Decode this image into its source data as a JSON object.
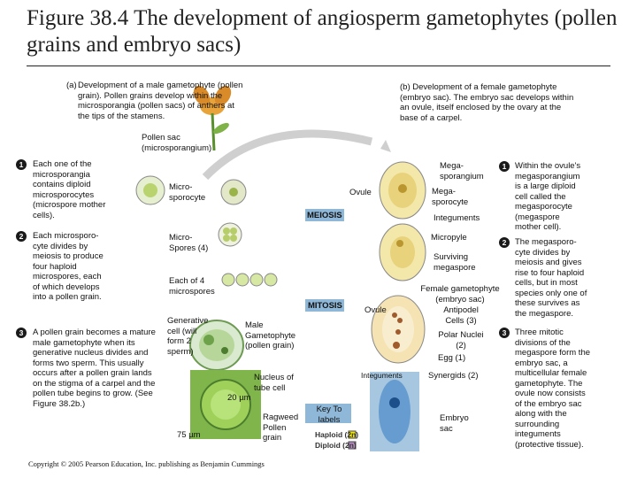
{
  "title": "Figure 38.4 The development of angiosperm gametophytes (pollen grains and embryo sacs)",
  "part_a": {
    "marker": "(a)",
    "heading": "Development of a male gametophyte (pollen grain). Pollen grains develop within the microsporangia (pollen sacs) of anthers at the tips of the stamens.",
    "pollen_sac_label": "Pollen sac (microsporangium)",
    "steps": [
      {
        "num": "1",
        "text": "Each one of the microsporangia contains diploid microsporocytes (microspore mother cells)."
      },
      {
        "num": "2",
        "text": "Each microsporo-cyte divides by meiosis to produce four haploid microspores, each of which develops into a pollen grain."
      },
      {
        "num": "3",
        "text": "A pollen grain becomes a mature male gametophyte when its generative nucleus divides and forms two sperm. This usually occurs after a pollen grain lands on the stigma of a carpel and the pollen tube begins to grow. (See Figure 38.2b.)"
      }
    ],
    "labels": {
      "microsporocyte": "Micro-sporocyte",
      "microspores": "Micro-Spores (4)",
      "four_microspores": "Each of 4 microspores",
      "generative_cell": "Generative cell (will form 2 sperm)",
      "male_gametophyte": "Male Gametophyte (pollen grain)",
      "nucleus_tube_cell": "Nucleus of tube cell",
      "scale_20": "20 µm",
      "scale_75": "75 µm",
      "ragweed": "Ragweed Pollen grain"
    }
  },
  "part_b": {
    "heading": "(b) Development of a female gametophyte (embryo sac). The embryo sac develops within an ovule, itself enclosed by the ovary at the base of a carpel.",
    "steps": [
      {
        "num": "1",
        "text": "Within the ovule's megasporangium is a large diploid cell called the megasporocyte (megaspore mother cell)."
      },
      {
        "num": "2",
        "text": "The megasporo-cyte divides by meiosis and gives rise to four haploid cells, but in most species only one of these survives as the megaspore."
      },
      {
        "num": "3",
        "text": "Three mitotic divisions of the megaspore form the embryo sac, a multicellular female gametophyte. The ovule now consists of the embryo sac along with the surrounding integuments (protective tissue)."
      }
    ],
    "labels": {
      "megasporangium": "Mega-sporangium",
      "ovule_top": "Ovule",
      "megasporocyte": "Mega-sporocyte",
      "integuments_top": "Integuments",
      "micropyle": "Micropyle",
      "surviving_megaspore": "Surviving megaspore",
      "female_gametophyte": "Female gametophyte (embryo sac)",
      "ovule_bottom": "Ovule",
      "antipodal": "Antipodel Cells (3)",
      "polar": "Polar Nuclei (2)",
      "egg": "Egg (1)",
      "integuments_bottom": "Integuments",
      "synergids": "Synergids (2)",
      "embryo_sac": "Embryo sac"
    }
  },
  "center": {
    "meiosis": "MEIOSIS",
    "mitosis": "MITOSIS"
  },
  "key": {
    "title": "Key To labels",
    "haploid": "Haploid (2n)",
    "diploid": "Diploid (2n)"
  },
  "copyright": "Copyright © 2005 Pearson Education, Inc. publishing as Benjamin Cummings",
  "colors": {
    "pollen_green": "#8cc63f",
    "key_yellow": "#f2e600",
    "key_purple": "#b58ac2",
    "ovule_blue": "#a7c7e0",
    "embryo_blue": "#3b7fc4",
    "center_box": "#8fb8d8"
  }
}
